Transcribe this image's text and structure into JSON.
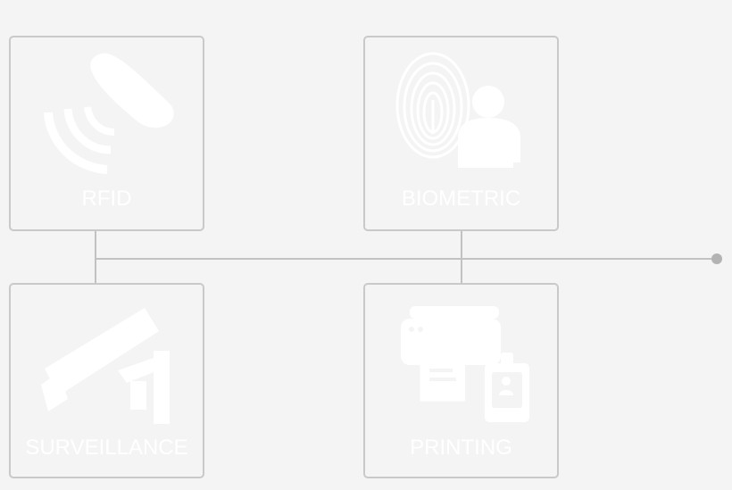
{
  "cards": {
    "rfid": {
      "label": "RFID",
      "icon": "rfid-reader-icon"
    },
    "biometric": {
      "label": "BIOMETRIC",
      "icon": "fingerprint-user-icon"
    },
    "surveillance": {
      "label": "SURVEILLANCE",
      "icon": "security-camera-icon"
    },
    "printing": {
      "label": "PRINTING",
      "icon": "id-card-printer-icon"
    }
  },
  "colors": {
    "background": "#f4f4f4",
    "border": "#c9c9c9",
    "icon": "#ffffff",
    "connector": "#c2c2c2",
    "endpoint": "#b3b3b3"
  }
}
